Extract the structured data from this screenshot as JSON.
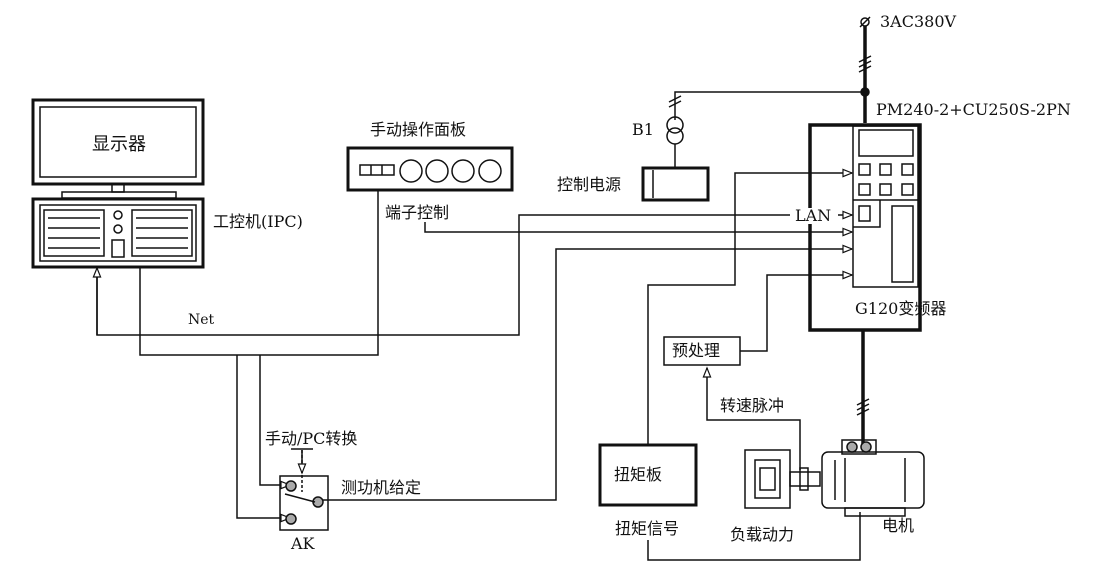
{
  "labels": {
    "monitor": "显示器",
    "ipc": "工控机(IPC)",
    "manual_panel": "手动操作面板",
    "terminal_control": "端子控制",
    "net": "Net",
    "switch_label": "手动/PC转换",
    "dyno_setpoint": "测功机给定",
    "ak": "AK",
    "b1": "B1",
    "control_power": "控制电源",
    "supply": "3AC380V",
    "drive_model": "PM240-2+CU250S-2PN",
    "lan": "LAN",
    "inverter": "G120变频器",
    "preprocess": "预处理",
    "speed_pulse": "转速脉冲",
    "torque_board": "扭矩板",
    "torque_signal": "扭矩信号",
    "load_power": "负载动力",
    "motor": "电机"
  }
}
